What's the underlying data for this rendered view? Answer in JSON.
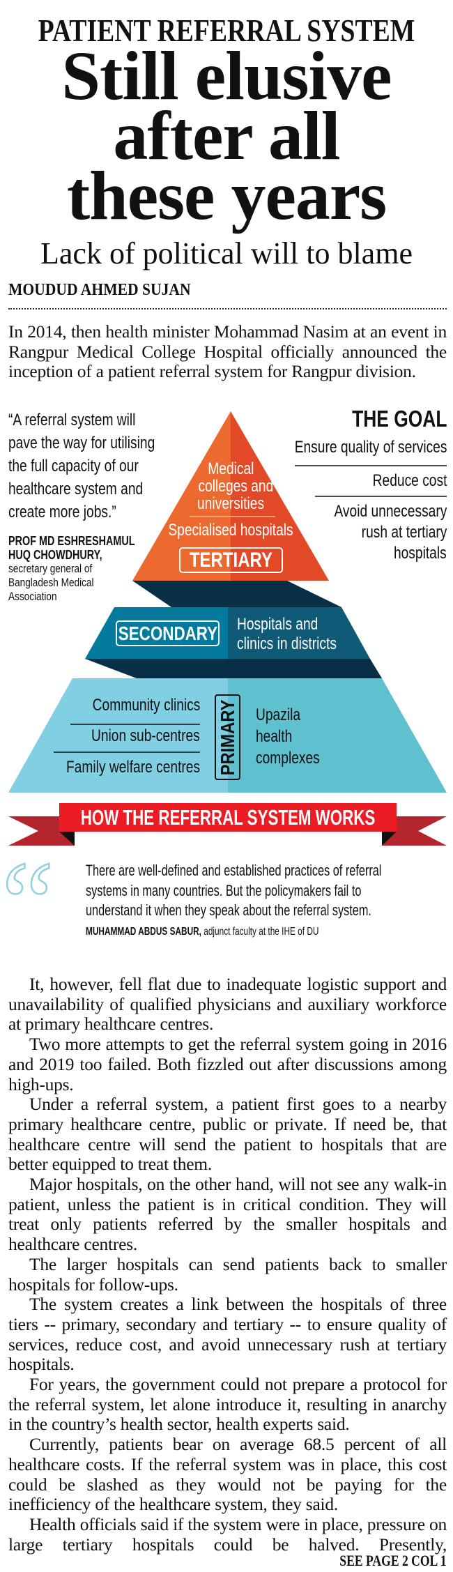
{
  "header": {
    "kicker": "PATIENT REFERRAL SYSTEM",
    "headline_lines": [
      "Still elusive",
      "after all",
      "these years"
    ],
    "deck": "Lack of political will to blame",
    "byline": "MOUDUD AHMED SUJAN"
  },
  "intro": "In 2014, then health minister Mohammad Nasim at an event in Rangpur Medical College Hospital officially announced the inception of a patient referral system for Rangpur division.",
  "infographic": {
    "quote_lines": [
      "“A referral system will",
      "pave the way for utilising",
      "the full capacity of our",
      "healthcare system and",
      "create more jobs.”"
    ],
    "quote_author_lines": [
      "PROF MD ESHRESHAMUL",
      "HUQ CHOWDHURY,"
    ],
    "quote_author_role_lines": [
      "secretary general of",
      "Bangladesh Medical",
      "Association"
    ],
    "goal": {
      "title": "THE GOAL",
      "items": [
        "Ensure quality of services",
        "Reduce cost"
      ],
      "last_item_lines": [
        "Avoid unnecessary",
        "rush at tertiary",
        "hospitals"
      ]
    },
    "tertiary": {
      "label": "TERTIARY",
      "items_lines": [
        "Medical",
        "colleges and",
        "universities"
      ],
      "item2": "Specialised hospitals",
      "colors": [
        "#ec6a2f",
        "#e24a27"
      ]
    },
    "secondary": {
      "label": "SECONDARY",
      "desc_lines": [
        "Hospitals and",
        "clinics in districts"
      ],
      "colors": [
        "#047a9c",
        "#0e5a77"
      ]
    },
    "primary": {
      "label": "PRIMARY",
      "left_items": [
        "Community clinics",
        "Union  sub-centres",
        "Family welfare centres"
      ],
      "right_lines": [
        "Upazila",
        "health",
        "complexes"
      ],
      "colors": [
        "#80cfe2",
        "#5fc0cf"
      ]
    },
    "banner": {
      "title": "HOW THE REFERRAL SYSTEM WORKS",
      "color": "#ec1c24"
    },
    "pull_quote": {
      "icon": "quote-mark-icon",
      "lines": [
        "There are well-defined and established practices of referral",
        "systems in many countries. But the policymakers fail to",
        "understand it when they speak about the referral system."
      ],
      "author": "MUHAMMAD ABDUS SABUR,",
      "author_role": " adjunct faculty at the IHE of DU"
    }
  },
  "body": [
    "It, however, fell flat due to inadequate logistic support and unavailability of qualified physicians and auxiliary workforce at primary healthcare centres.",
    "Two more attempts to get the referral system going in 2016 and 2019 too failed. Both fizzled out after discussions among high-ups.",
    "Under a referral system, a patient first goes to a nearby primary healthcare centre, public or private. If need be, that healthcare centre will send the patient to hospitals that are better equipped to treat them.",
    "Major hospitals, on the other hand, will not see any walk-in patient, unless the patient is in critical condition. They will treat only patients referred by the smaller hospitals and healthcare centres.",
    "The larger hospitals can send patients back to smaller hospitals for follow-ups.",
    "The system creates a link between the hospitals of three tiers -- primary, secondary and tertiary -- to ensure quality of services, reduce cost, and avoid unnecessary rush at tertiary hospitals.",
    "For years, the government could not prepare a protocol for the referral system, let alone introduce it, resulting in anarchy in the country’s health sector, health experts said.",
    "Currently, patients bear on average 68.5 percent of all healthcare costs. If the referral system was in place, this cost could be slashed as they would not be paying for the inefficiency of the healthcare system, they said.",
    "Health officials said if the system were in place, pressure on large tertiary hospitals could be halved. Presently,"
  ],
  "jump": "SEE PAGE 2 COL 1"
}
